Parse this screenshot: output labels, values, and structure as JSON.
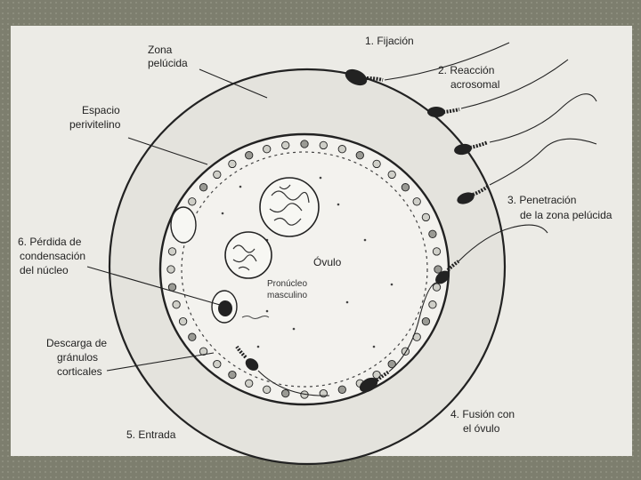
{
  "labels": {
    "zona_pelucida": [
      "Zona",
      "pelúcida"
    ],
    "espacio_perivitelino": [
      "Espacio",
      "perivitelino"
    ],
    "perdida": [
      "6. Pérdida de",
      "condensación",
      "del núcleo"
    ],
    "descarga": [
      "Descarga de",
      "gránulos",
      "corticales"
    ],
    "entrada": "5. Entrada",
    "fijacion": "1. Fijación",
    "reaccion": [
      "2. Reacción",
      "acrosomal"
    ],
    "penetracion": [
      "3. Penetración",
      "de la zona pelúcida"
    ],
    "fusion": [
      "4. Fusión con",
      "el óvulo"
    ],
    "ovulo": "Óvulo",
    "pronucleo": [
      "Pronúcleo",
      "masculino"
    ]
  },
  "colors": {
    "background": "#7d7e6e",
    "paper": "#ecebe6",
    "ink": "#222222"
  }
}
